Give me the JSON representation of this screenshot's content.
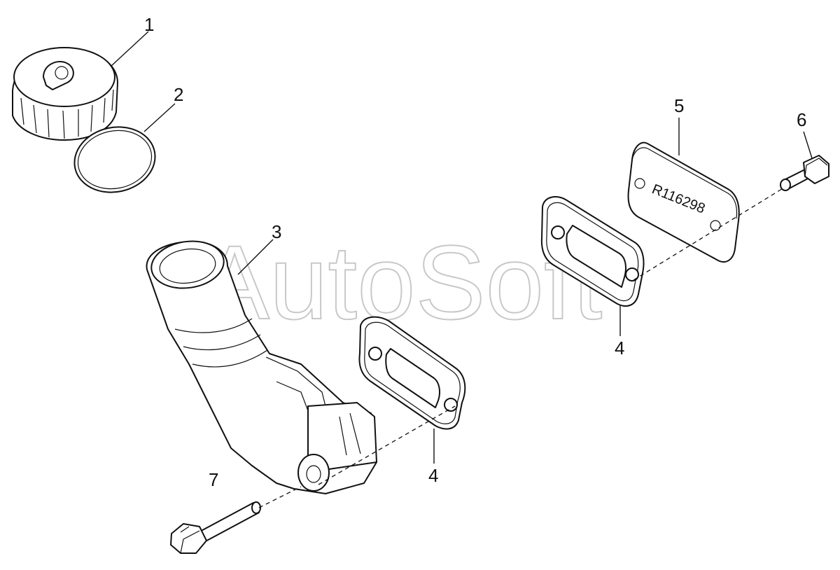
{
  "watermark": "AutoSoft",
  "plate_stamp": "R116298",
  "callouts": [
    {
      "id": "1",
      "label": "1"
    },
    {
      "id": "2",
      "label": "2"
    },
    {
      "id": "3",
      "label": "3"
    },
    {
      "id": "4a",
      "label": "4"
    },
    {
      "id": "4b",
      "label": "4"
    },
    {
      "id": "5",
      "label": "5"
    },
    {
      "id": "6",
      "label": "6"
    },
    {
      "id": "7",
      "label": "7"
    }
  ]
}
